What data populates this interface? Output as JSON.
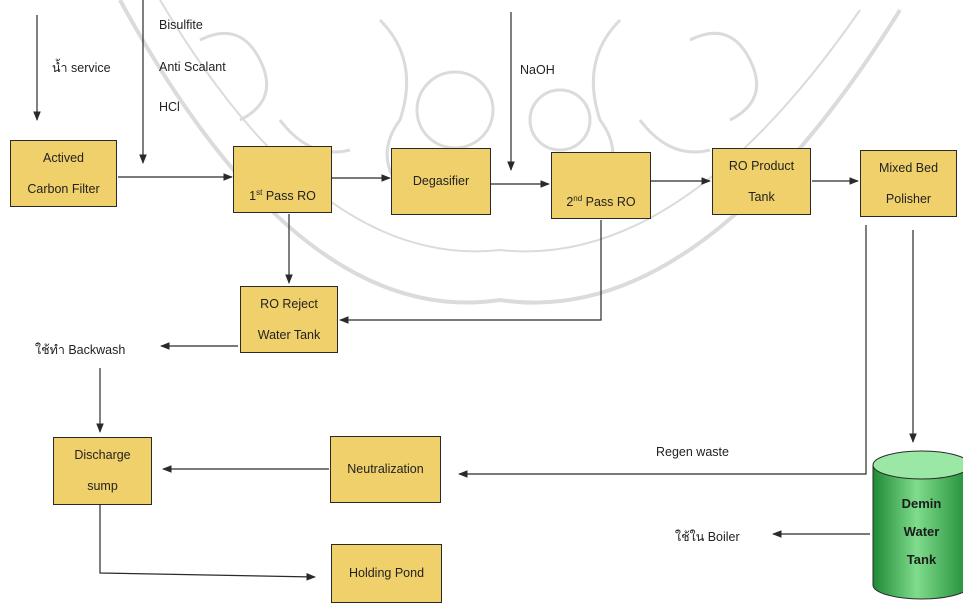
{
  "colors": {
    "box_fill": "#f0d06a",
    "tank_fill": "#2fae45",
    "line": "#2a2a2a",
    "watermark": "#c9c9c9"
  },
  "boxes": {
    "carbon": "Actived\nCarbon Filter",
    "pass2": "2nd Pass RO",
    "degasifier": "Degasifier",
    "ro_product": "RO Product\nTank",
    "mixed_bed": "Mixed Bed\nPolisher",
    "ro_reject": "RO Reject\nWater Tank",
    "discharge": "Discharge\nsump",
    "neutralization": "Neutralization",
    "holding_pond": "Holding Pond"
  },
  "pass1": {
    "base": "1",
    "sup": "st",
    "rest": " Pass RO"
  },
  "pass2": {
    "base": "2",
    "sup": "nd",
    "rest": " Pass RO"
  },
  "tank": {
    "label": "Demin\nWater\nTank"
  },
  "labels": {
    "service_water": "น้ำ service",
    "bisulfite": "Bisulfite",
    "anti_scalant": "Anti Scalant",
    "hcl": "HCl",
    "naoh": "NaOH",
    "backwash": "ใช้ทำ Backwash",
    "regen_waste": "Regen waste",
    "boiler": "ใช้ใน Boiler"
  }
}
